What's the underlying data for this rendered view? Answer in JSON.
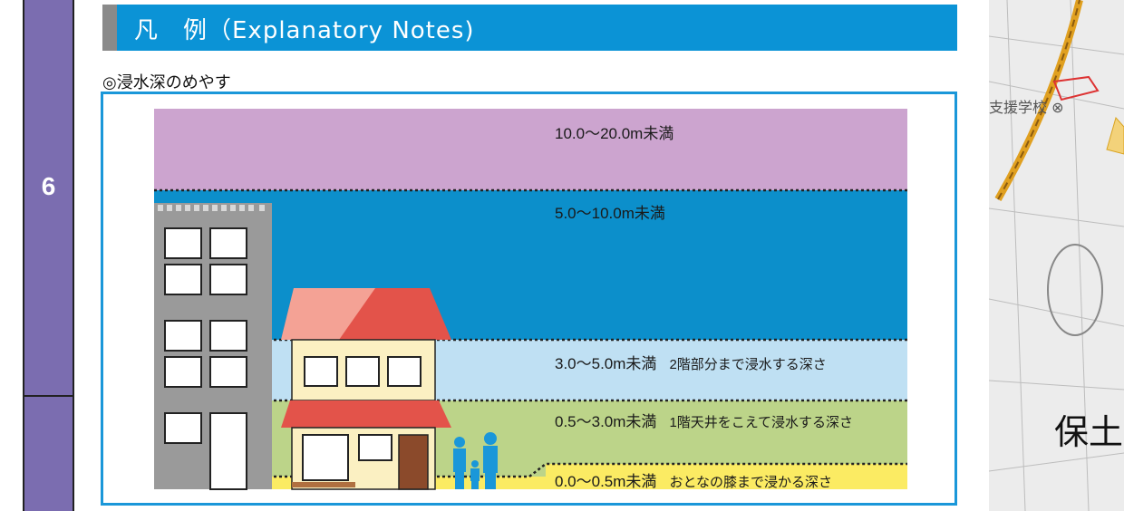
{
  "chapter": {
    "number": "6"
  },
  "legend": {
    "title": "凡　例（Explanatory Notes)"
  },
  "subtitle": "◎浸水深のめやす",
  "colors": {
    "header_blue": "#0b93d6",
    "band_10_20": "#cca4cf",
    "band_5_10": "#0c8fcb",
    "band_3_5": "#bfe0f3",
    "band_05_3": "#bcd489",
    "band_0_05": "#fbeb63",
    "tab_purple": "#7b6db0"
  },
  "depth_bands": [
    {
      "range": "10.0〜20.0m未満",
      "desc": ""
    },
    {
      "range": "5.0〜10.0m未満",
      "desc": ""
    },
    {
      "range": "3.0〜5.0m未満",
      "desc": "2階部分まで浸水する深さ"
    },
    {
      "range": "0.5〜3.0m未満",
      "desc": "1階天井をこえて浸水する深さ"
    },
    {
      "range": "0.0〜0.5m未満",
      "desc": "おとなの膝まで浸かる深さ"
    }
  ],
  "map": {
    "place_label": "保土",
    "school_label": "支援学校 ⊗"
  }
}
